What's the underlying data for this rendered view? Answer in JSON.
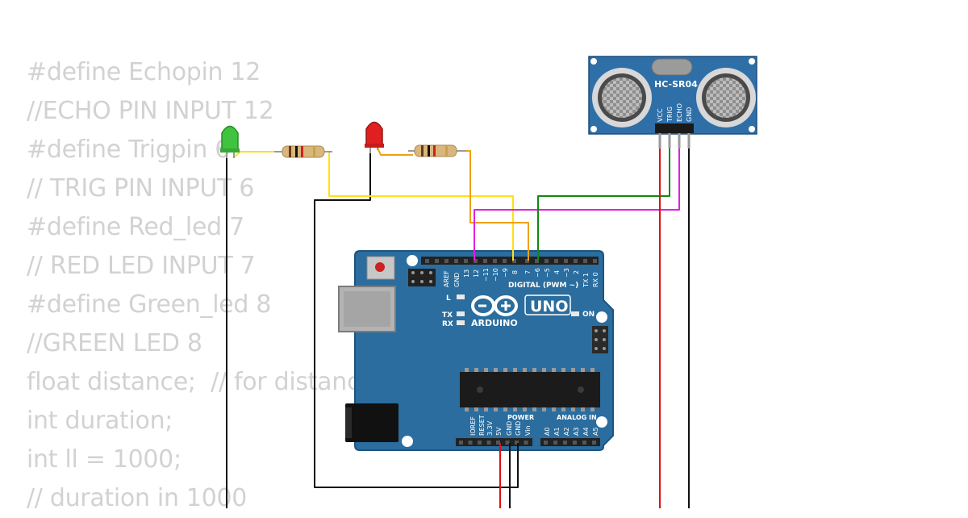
{
  "code_lines": [
    "#define Echopin 12",
    "//ECHO PIN INPUT 12",
    "#define Trigpin 6",
    "// TRIG PIN INPUT 6",
    "#define Red_led 7",
    "// RED LED INPUT 7",
    "#define Green_led 8",
    "//GREEN LED 8",
    "float distance;  // for distance",
    "int duration;",
    "int ll = 1000;",
    "// duration in 1000"
  ],
  "sensor": {
    "model": "HC-SR04",
    "pins": [
      "VCC",
      "TRIG",
      "ECHO",
      "GND"
    ]
  },
  "arduino": {
    "logo_text": "ARDUINO",
    "model_badge": "UNO",
    "on_label": "ON",
    "l_label": "L",
    "tx_label": "TX",
    "rx_label": "RX",
    "digital_label": "DIGITAL (PWM ~)",
    "power_label": "POWER",
    "analog_label": "ANALOG IN",
    "digital_pins": [
      "AREF",
      "GND",
      "13",
      "12",
      "~11",
      "~10",
      "~9",
      "8",
      "7",
      "~6",
      "~5",
      "4",
      "~3",
      "2",
      "TX 1",
      "RX 0"
    ],
    "power_pins": [
      "IOREF",
      "RESET",
      "3.3V",
      "5V",
      "GND",
      "GND",
      "Vin"
    ],
    "analog_pins": [
      "A0",
      "A1",
      "A2",
      "A3",
      "A4",
      "A5"
    ]
  },
  "leds": [
    {
      "color_name": "green",
      "color": "#3ec43e"
    },
    {
      "color_name": "red",
      "color": "#e02020"
    }
  ],
  "wire_colors": {
    "yellow": "#ffe01a",
    "orange": "#f0a010",
    "magenta": "#e020e0",
    "green": "#118811",
    "red": "#dd1111",
    "black": "#111111"
  },
  "colors": {
    "board": "#2a6d9e",
    "board_edge": "#1c5580",
    "sensor": "#2f6fa8",
    "code_text": "#d2d2d2"
  }
}
